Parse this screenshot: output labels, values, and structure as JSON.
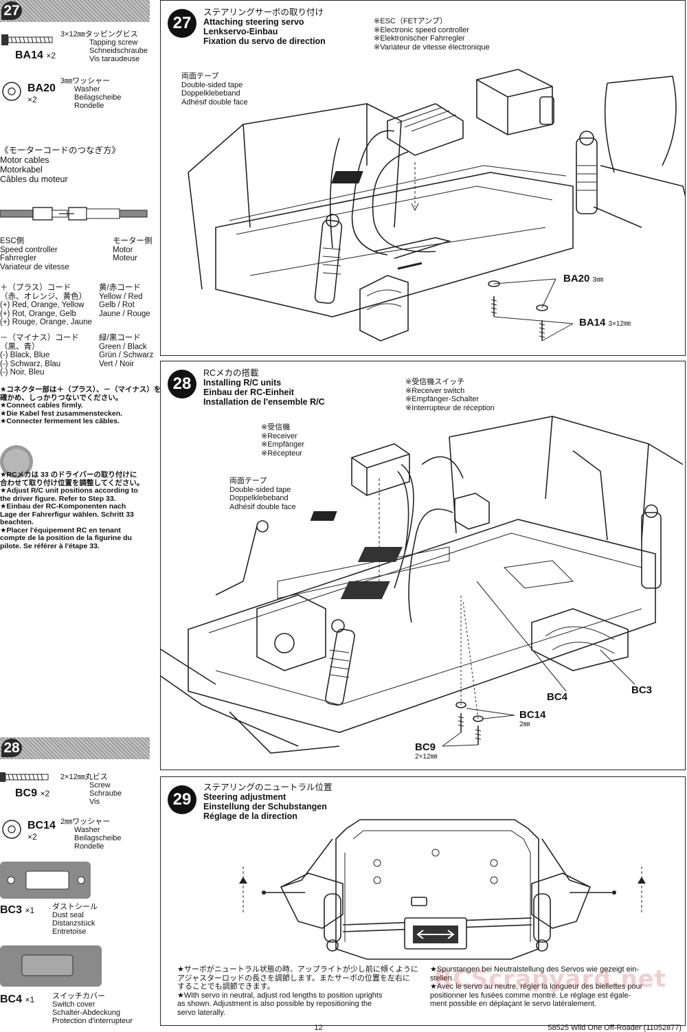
{
  "sidebar27": {
    "num": "27",
    "ba14": {
      "code": "BA14",
      "mult": "×2",
      "jp": "3×12㎜タッピングビス",
      "en": "Tapping screw",
      "de": "Schneidschraube",
      "fr": "Vis taraudeuse"
    },
    "ba20": {
      "code": "BA20",
      "mult": "×2",
      "jp": "3㎜ワッシャー",
      "en": "Washer",
      "de": "Beilagscheibe",
      "fr": "Rondelle"
    },
    "motor_title": {
      "jp": "《モーターコードのつなぎ方》",
      "en": "Motor cables",
      "de": "Motorkabel",
      "fr": "Câbles du moteur"
    },
    "esc_side": {
      "jp": "ESC側",
      "en": "Speed controller",
      "de": "Fahrregler",
      "fr": "Variateur de vitesse"
    },
    "motor_side": {
      "jp": "モーター側",
      "en": "Motor",
      "de": "Moteur"
    },
    "plus": {
      "jp1": "＋（プラス）コード",
      "jp2": "（赤、オレンジ、黄色）",
      "en": "(+) Red, Orange, Yellow",
      "de": "(+) Rot, Orange, Gelb",
      "fr": "(+) Rouge, Orange, Jaune"
    },
    "plus_right": {
      "jp": "黄/赤コード",
      "en": "Yellow / Red",
      "de": "Gelb / Rot",
      "fr": "Jaune / Rouge"
    },
    "minus": {
      "jp1": "－（マイナス）コード",
      "jp2": "（黒、青）",
      "en": "(-) Black, Blue",
      "de": "(-) Schwarz, Blau",
      "fr": "(-) Noir, Bleu"
    },
    "minus_right": {
      "jp": "緑/黒コード",
      "en": "Green / Black",
      "de": "Grün / Schwarz",
      "fr": "Vert / Noir"
    },
    "connect": {
      "jp1": "★コネクター部は＋（プラス）、－（マイナス）を",
      "jp2": "確かめ、しっかりつないでください。",
      "en": "★Connect cables firmly.",
      "de": "★Die Kabel fest zusammenstecken.",
      "fr": "★Connecter fermement les câbles."
    },
    "rc_note": {
      "jp1": "★RCメカは 33 のドライバーの取り付けに",
      "jp2": "合わせて取り付け位置を調整してください。",
      "en1": "★Adjust R/C unit positions according to",
      "en2": "the driver figure. Refer to Step 33.",
      "de1": "★Einbau der RC-Komponenten nach",
      "de2": "Lage der Fahrerfigur wählen. Schritt 33",
      "de3": "beachten.",
      "fr1": "★Placer l'équipement RC en tenant",
      "fr2": "compte de la position de la figurine du",
      "fr3": "pilote. Se référer à l'étape 33."
    }
  },
  "sidebar28": {
    "num": "28",
    "bc9": {
      "code": "BC9",
      "mult": "×2",
      "jp": "2×12㎜丸ビス",
      "en": "Screw",
      "de": "Schraube",
      "fr": "Vis"
    },
    "bc14": {
      "code": "BC14",
      "mult": "×2",
      "jp": "2㎜ワッシャー",
      "en": "Washer",
      "de": "Beilagscheibe",
      "fr": "Rondelle"
    },
    "bc3": {
      "code": "BC3",
      "mult": "×1",
      "jp": "ダストシール",
      "en": "Dust seal",
      "de": "Distanzstück",
      "fr": "Entretoise"
    },
    "bc4": {
      "code": "BC4",
      "mult": "×1",
      "jp": "スイッチカバー",
      "en": "Switch cover",
      "de": "Schalter-Abdeckung",
      "fr": "Protection d'interrupteur"
    }
  },
  "step27": {
    "num": "27",
    "jp": "ステアリングサーボの取り付け",
    "en": "Attaching steering servo",
    "de": "Lenkservo-Einbau",
    "fr": "Fixation du servo de direction",
    "esc": {
      "l1": "※ESC（FETアンプ）",
      "l2": "※Electronic speed controller",
      "l3": "※Elektronischer Fahrregler",
      "l4": "※Variateur de vitesse électronique"
    },
    "tape": {
      "l1": "両面テープ",
      "l2": "Double-sided tape",
      "l3": "Doppelklebeband",
      "l4": "Adhésif double face"
    },
    "ba20": {
      "code": "BA20",
      "size": "3㎜"
    },
    "ba14": {
      "code": "BA14",
      "size": "3×12㎜"
    }
  },
  "step28": {
    "num": "28",
    "jp": "RCメカの搭載",
    "en": "Installing R/C units",
    "de": "Einbau der RC-Einheit",
    "fr": "Installation de l'ensemble R/C",
    "switch": {
      "l1": "※受信機スイッチ",
      "l2": "※Receiver switch",
      "l3": "※Empfänger-Schalter",
      "l4": "※Interrupteur de réception"
    },
    "receiver": {
      "l1": "※受信機",
      "l2": "※Receiver",
      "l3": "※Empfänger",
      "l4": "※Récepteur"
    },
    "tape": {
      "l1": "両面テープ",
      "l2": "Double-sided tape",
      "l3": "Doppelklebeband",
      "l4": "Adhésif double face"
    },
    "bc4": "BC4",
    "bc3": "BC3",
    "bc14": {
      "code": "BC14",
      "size": "2㎜"
    },
    "bc9": {
      "code": "BC9",
      "size": "2×12㎜"
    }
  },
  "step29": {
    "num": "29",
    "jp": "ステアリングのニュートラル位置",
    "en": "Steering adjustment",
    "de": "Einstellung der Schubstangen",
    "fr": "Réglage de la direction",
    "jp_note1": "★サーボがニュートラル状態の時、アップライトが少し前に傾くように",
    "jp_note2": "アジャスターロッドの長さを調節します。またサーボの位置を左右に",
    "jp_note3": "することでも調節できます。",
    "en_note1": "★With servo in neutral, adjust rod lengths to position uprights",
    "en_note2": "as shown. Adjustment is also possible by repositioning the",
    "en_note3": "servo laterally.",
    "de_note1": "★Spurstangen bei Neutralstellung des Servos wie gezeigt ein-",
    "de_note2": "stellen.",
    "fr_note1": "★Avec le servo au neutre, régler la longueur des biellettes pour",
    "fr_note2": "positionner les fusées comme montré. Le réglage est égale-",
    "fr_note3": "ment possible en déplaçant le servo latéralement."
  },
  "footer": {
    "page": "12",
    "model": "58525  Wild One Off-Roader (11052877)"
  },
  "watermark": "RCScrapyard.net"
}
